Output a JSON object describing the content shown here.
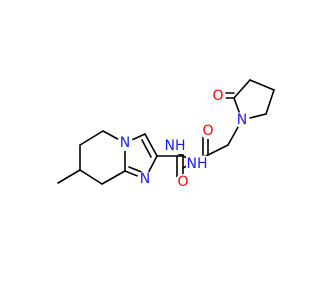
{
  "molecule": {
    "atom_labels": {
      "n_ring": "N",
      "n_imine": "N",
      "o_amide1": "O",
      "nh_1": "NH",
      "nh_2": "NH",
      "o_amide2": "O",
      "o_lactam": "O",
      "n_lactam": "N"
    },
    "element_colors": {
      "N": "#1a1aff",
      "O": "#ff0000",
      "C": "#000000"
    }
  }
}
